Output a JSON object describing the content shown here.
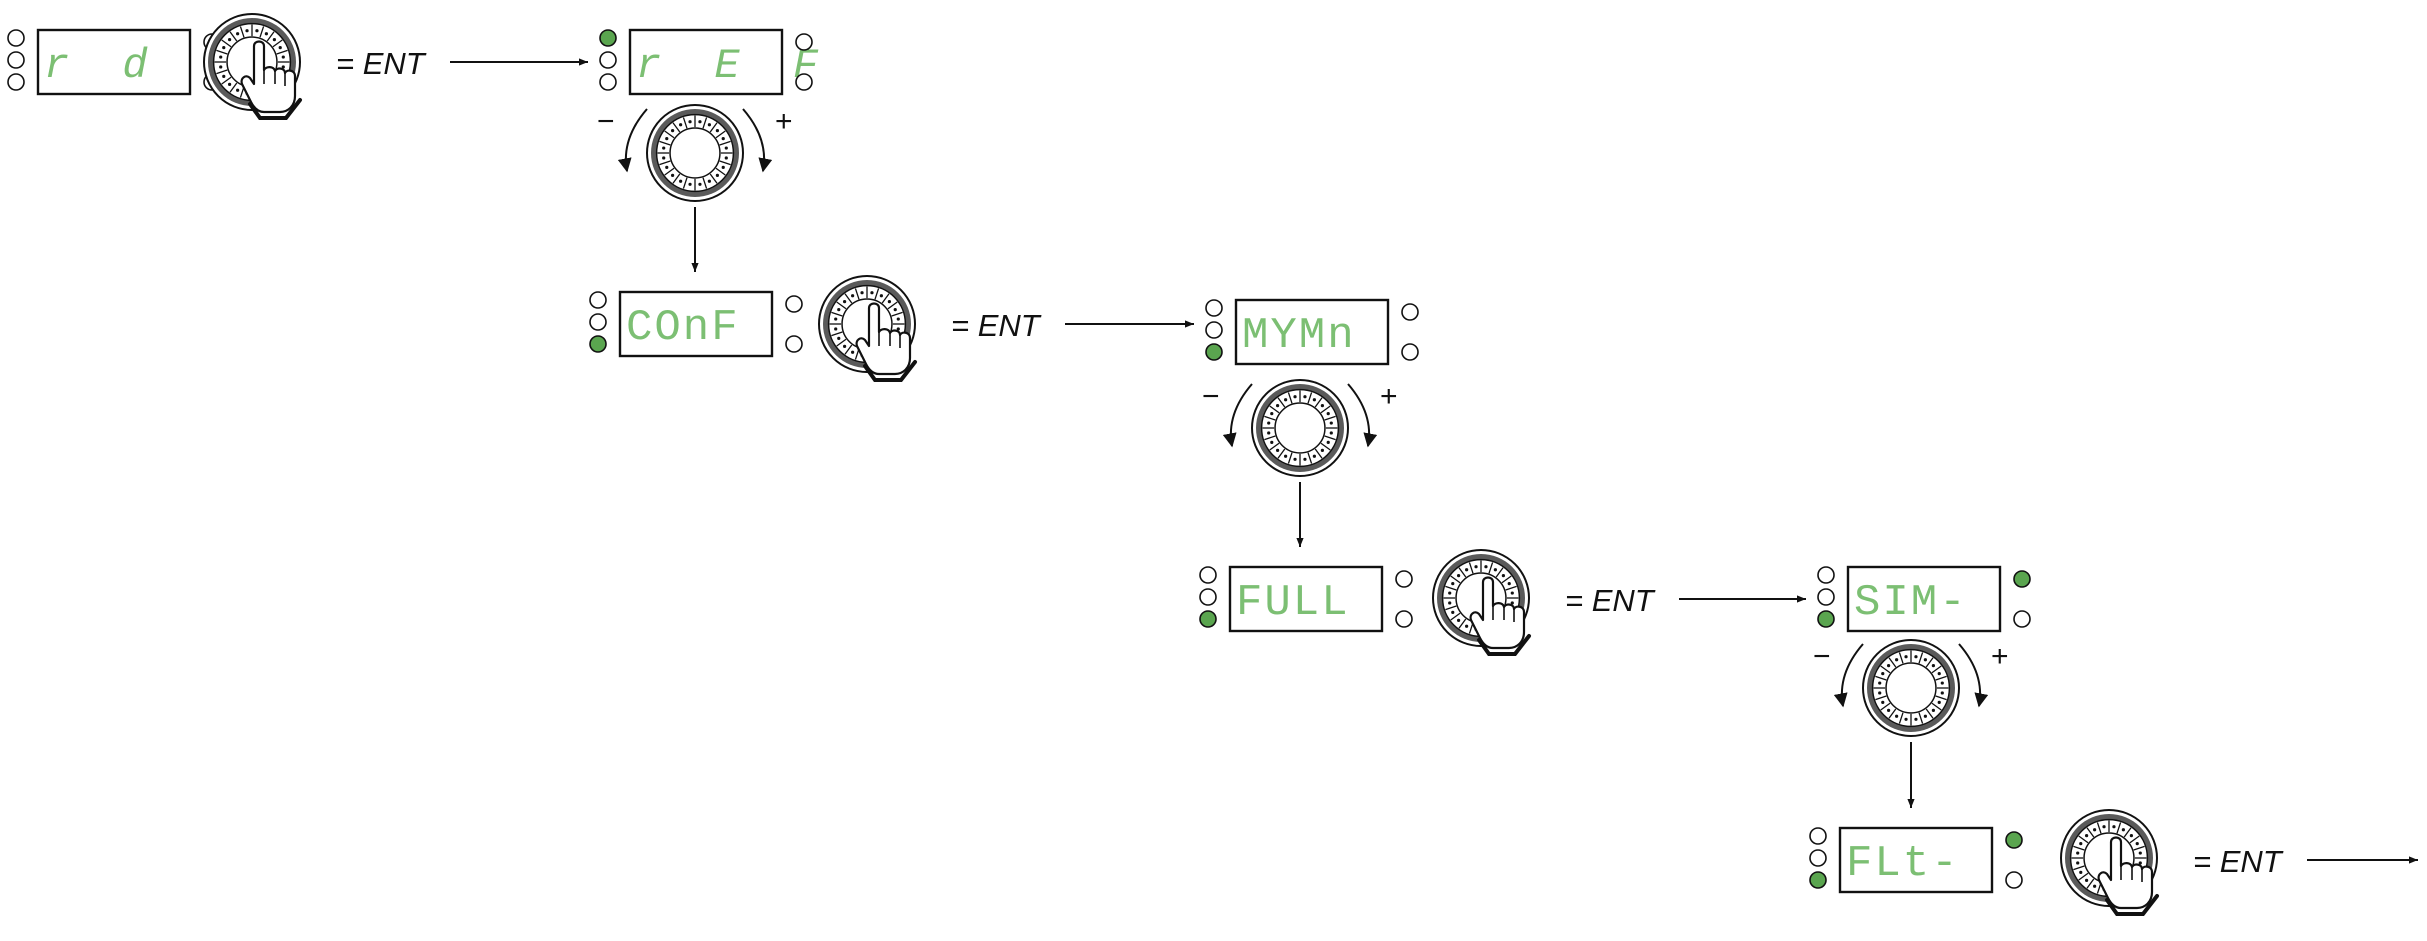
{
  "colors": {
    "display_text": "#7cbf73",
    "led_on": "#5aa54f",
    "outline": "#111111",
    "dial": "#5a5a5a"
  },
  "equals_label": "= ENT",
  "minus_label": "−",
  "plus_label": "+",
  "steps": [
    {
      "id": "rdy",
      "code": "r d Y",
      "left_leds": [
        false,
        false,
        false
      ],
      "right_leds": [
        false,
        false
      ],
      "action": "press-dial"
    },
    {
      "id": "ref",
      "code": "r E F",
      "left_leds": [
        true,
        false,
        false
      ],
      "right_leds": [
        false,
        false
      ],
      "action": "turn-dial"
    },
    {
      "id": "conf",
      "code": "COnF",
      "left_leds": [
        false,
        false,
        true
      ],
      "right_leds": [
        false,
        false
      ],
      "action": "press-dial"
    },
    {
      "id": "mymn",
      "code": "MYMn",
      "left_leds": [
        false,
        false,
        true
      ],
      "right_leds": [
        false,
        false
      ],
      "action": "turn-dial"
    },
    {
      "id": "full",
      "code": "FULL",
      "left_leds": [
        false,
        false,
        true
      ],
      "right_leds": [
        false,
        false
      ],
      "action": "press-dial"
    },
    {
      "id": "sim",
      "code": "SIM-",
      "left_leds": [
        false,
        false,
        true
      ],
      "right_leds": [
        true,
        false
      ],
      "action": "turn-dial"
    },
    {
      "id": "flt",
      "code": "FLt-",
      "left_leds": [
        false,
        false,
        true
      ],
      "right_leds": [
        true,
        false
      ],
      "action": "press-dial"
    }
  ]
}
